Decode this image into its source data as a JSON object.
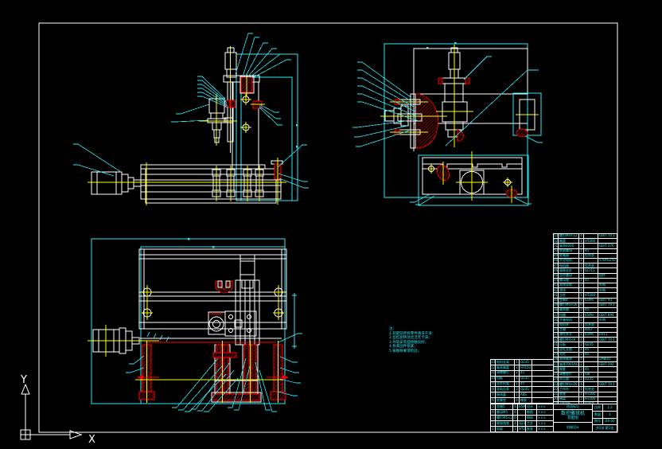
{
  "colors": {
    "background": "#000000",
    "line": "#ffffff",
    "hatch": "#ff0000",
    "centerline": "#ffff00",
    "annotation": "#00ffff"
  },
  "ucs": {
    "x_label": "X",
    "y_label": "Y"
  },
  "notes": {
    "lines": [
      "注：",
      "1.装配前所有零件清洗干净；",
      "2.丝杠副转动灵活无卡滞；",
      "3.导轨安装面接触良好；",
      "4.各紧固件锁紧；",
      "5.按图样要求检验。"
    ]
  },
  "bom_right": {
    "rows": [
      {
        "n": "53",
        "name": "螺钉M4×12",
        "q": "4",
        "m": "",
        "r": "GB/T 70.1"
      },
      {
        "n": "52",
        "name": "端盖",
        "q": "1",
        "m": "HT200",
        "r": ""
      },
      {
        "n": "51",
        "name": "轴承6000",
        "q": "2",
        "m": "",
        "r": "GB/T 276"
      },
      {
        "n": "50",
        "name": "锁紧螺母",
        "q": "1",
        "m": "45",
        "r": ""
      },
      {
        "n": "49",
        "name": "联轴器",
        "q": "1",
        "m": "铝合金",
        "r": ""
      },
      {
        "n": "48",
        "name": "步进电机",
        "q": "1",
        "m": "",
        "r": "57BYG250"
      },
      {
        "n": "47",
        "name": "电机座",
        "q": "1",
        "m": "铝合金",
        "r": ""
      },
      {
        "n": "46",
        "name": "滚珠丝杠",
        "q": "1",
        "m": "GCr15",
        "r": ""
      },
      {
        "n": "45",
        "name": "丝杠螺母",
        "q": "1",
        "m": "",
        "r": "组件"
      },
      {
        "n": "44",
        "name": "螺母座",
        "q": "1",
        "m": "45",
        "r": ""
      },
      {
        "n": "43",
        "name": "直线导轨",
        "q": "2",
        "m": "",
        "r": "外购"
      },
      {
        "n": "42",
        "name": "滑块",
        "q": "4",
        "m": "",
        "r": "外购"
      },
      {
        "n": "41",
        "name": "立柱",
        "q": "1",
        "m": "HT200",
        "r": ""
      },
      {
        "n": "40",
        "name": "垫圈4",
        "q": "8",
        "m": "65Mn",
        "r": "GB/T 93"
      },
      {
        "n": "39",
        "name": "螺钉M5×16",
        "q": "6",
        "m": "",
        "r": "GB/T 70.1"
      },
      {
        "n": "38",
        "name": "轴承座",
        "q": "2",
        "m": "45",
        "r": ""
      },
      {
        "n": "37",
        "name": "挡圈",
        "q": "2",
        "m": "65Mn",
        "r": "GB/T 894"
      },
      {
        "n": "36",
        "name": "主轴电机",
        "q": "1",
        "m": "",
        "r": "外购"
      },
      {
        "n": "35",
        "name": "电机夹",
        "q": "1",
        "m": "铝合金",
        "r": ""
      },
      {
        "n": "34",
        "name": "主轴",
        "q": "1",
        "m": "40Cr",
        "r": ""
      },
      {
        "n": "33",
        "name": "弹性夹头",
        "q": "1",
        "m": "65Mn",
        "r": "ER11"
      },
      {
        "n": "32",
        "name": "螺钉M3×8",
        "q": "4",
        "m": "",
        "r": "GB/T 70.1"
      },
      {
        "n": "31",
        "name": "压板",
        "q": "2",
        "m": "Q235",
        "r": ""
      },
      {
        "n": "30",
        "name": "丝杠支座",
        "q": "1",
        "m": "45",
        "r": ""
      },
      {
        "n": "29",
        "name": "光杠",
        "q": "2",
        "m": "45",
        "r": ""
      },
      {
        "n": "28",
        "name": "直线轴承",
        "q": "4",
        "m": "",
        "r": "LM8UU"
      },
      {
        "n": "27",
        "name": "轴承7001AC",
        "q": "2",
        "m": "",
        "r": "GB/T 292"
      },
      {
        "n": "26",
        "name": "隔套",
        "q": "2",
        "m": "45",
        "r": ""
      },
      {
        "n": "25",
        "name": "调整垫片",
        "q": "2",
        "m": "08F",
        "r": ""
      },
      {
        "n": "24",
        "name": "防尘盖",
        "q": "1",
        "m": "Q235",
        "r": ""
      },
      {
        "n": "23",
        "name": "螺钉M4×20",
        "q": "4",
        "m": "",
        "r": "GB/T 70.1"
      },
      {
        "n": "22",
        "name": "工作台",
        "q": "1",
        "m": "铝合金",
        "r": ""
      },
      {
        "n": "21",
        "name": "底座",
        "q": "1",
        "m": "HT200",
        "r": ""
      },
      {
        "n": "20",
        "name": "横梁",
        "q": "1",
        "m": "HT200",
        "r": ""
      },
      {
        "n": "19",
        "name": "Z轴滑板",
        "q": "1",
        "m": "铝合金",
        "r": ""
      },
      {
        "n": "18",
        "name": "X轴拖板",
        "q": "1",
        "m": "铝合金",
        "r": ""
      },
      {
        "n": "17",
        "name": "限位开关",
        "q": "3",
        "m": "",
        "r": "外购"
      },
      {
        "n": "16",
        "name": "联接板",
        "q": "2",
        "m": "Q235",
        "r": ""
      },
      {
        "n": "15",
        "name": "护罩",
        "q": "1",
        "m": "Q235",
        "r": ""
      },
      {
        "n": "序号",
        "name": "名称",
        "q": "数量",
        "m": "材料",
        "r": "备注"
      }
    ]
  },
  "bom_left_a": {
    "rows": [
      {
        "n": "13",
        "name": "电机支架",
        "q": "1",
        "m": "Q235",
        "r": ""
      },
      {
        "n": "12",
        "name": "轴承端盖",
        "q": "2",
        "m": "HT150",
        "r": ""
      },
      {
        "n": "11",
        "name": "调整螺钉",
        "q": "2",
        "m": "45",
        "r": ""
      },
      {
        "n": "10",
        "name": "挡板",
        "q": "1",
        "m": "Q235",
        "r": ""
      },
      {
        "n": "9",
        "name": "丝杠托架",
        "q": "1",
        "m": "45",
        "r": ""
      },
      {
        "n": "8",
        "name": "导轨压条",
        "q": "2",
        "m": "Q235",
        "r": ""
      },
      {
        "n": "7",
        "name": "接线盒",
        "q": "1",
        "m": "ABS",
        "r": ""
      },
      {
        "n": "6",
        "name": "底脚垫",
        "q": "4",
        "m": "橡胶",
        "r": ""
      }
    ]
  },
  "bom_left_b": {
    "rows": [
      {
        "n": "5",
        "name": "垫圈5",
        "q": "6",
        "m": "65Mn"
      },
      {
        "n": "4",
        "name": "螺母M5",
        "q": "6",
        "m": ""
      },
      {
        "n": "3",
        "name": "螺钉M5×20",
        "q": "6",
        "m": ""
      },
      {
        "n": "2",
        "name": "联接角铁",
        "q": "4",
        "m": "Q235"
      },
      {
        "n": "1",
        "name": "机架",
        "q": "1",
        "m": "HT200"
      }
    ]
  },
  "title_block": {
    "title": "数控雕铣机",
    "subtitle": "装配图",
    "top_label": "阶段标记",
    "org": "机械设计",
    "scale_label": "比例",
    "scale": "1:2",
    "qty_label": "数量",
    "qty": "1",
    "dwgno_label": "图号",
    "dwgno": "DX-00",
    "sheet": "共1张 第1张",
    "roles": [
      {
        "role": "设计",
        "val": "×××"
      },
      {
        "role": "制图",
        "val": "×××"
      },
      {
        "role": "审核",
        "val": "×××"
      },
      {
        "role": "工艺",
        "val": "×××"
      },
      {
        "role": "批准",
        "val": "×××"
      }
    ]
  }
}
